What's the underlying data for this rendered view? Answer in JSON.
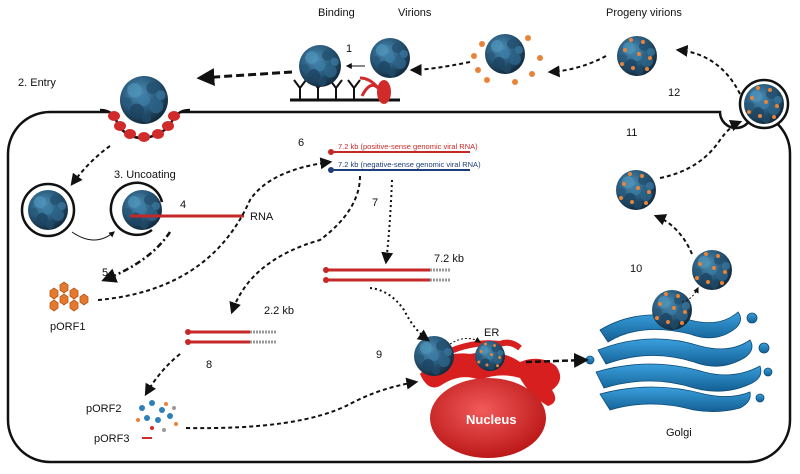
{
  "labels": {
    "binding": "Binding",
    "virions": "Virions",
    "progeny_virions": "Progeny virions",
    "entry": "2. Entry",
    "uncoating": "3. Uncoating",
    "rna": "RNA",
    "porf1": "pORF1",
    "porf2": "pORF2",
    "porf3": "pORF3",
    "nucleus": "Nucleus",
    "er": "ER",
    "golgi": "Golgi",
    "kb72": "7.2 kb",
    "kb22": "2.2 kb",
    "pos_rna": "7.2 kb (positive-sense genomic viral RNA)",
    "neg_rna": "7.2 kb (negative-sense genomic viral RNA)"
  },
  "steps": [
    "1",
    "4",
    "5",
    "6",
    "7",
    "8",
    "9",
    "10",
    "11",
    "12"
  ],
  "colors": {
    "virion_dark": "#1c3d57",
    "virion_mid": "#2f6b8f",
    "capsid_dot": "#e8843a",
    "receptor_red": "#d12a2a",
    "rna_red": "#c62828",
    "rna_blue": "#1f3d7a",
    "nucleus_red": "#d71f1f",
    "golgi_blue": "#1f7fbf",
    "porf1_orange": "#e57a2e"
  }
}
